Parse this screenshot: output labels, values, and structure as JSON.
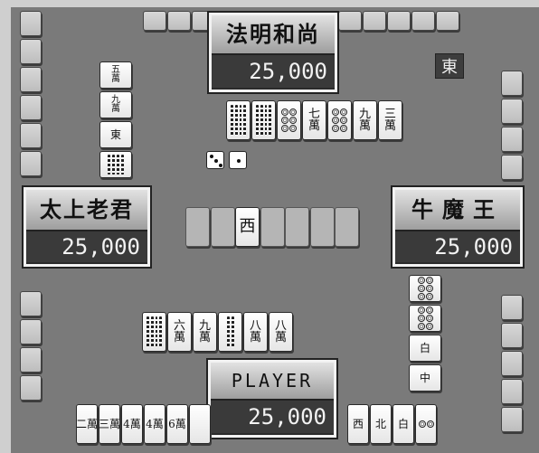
{
  "players": {
    "top": {
      "name": "法明和尚",
      "score": "25,000"
    },
    "left": {
      "name": "太上老君",
      "score": "25,000"
    },
    "right": {
      "name": "牛魔王",
      "score": "25,000"
    },
    "bottom": {
      "name": "PLAYER",
      "score": "25,000"
    }
  },
  "round_wind": "東",
  "dora_indicator": "西",
  "dice": [
    3,
    1
  ],
  "discards": {
    "top": [
      "8s",
      "9s",
      "6p",
      "7m",
      "6p",
      "9m",
      "3m"
    ],
    "left": [
      "5m",
      "9m",
      "東",
      "9s"
    ],
    "right": [
      "9p",
      "8p",
      "白",
      "中"
    ],
    "bottom": [
      "6s",
      "6m",
      "9m",
      "2s",
      "8m",
      "8m"
    ]
  },
  "player_hand": [
    "二萬",
    "三萬",
    "4萬",
    "4萬",
    "6萬",
    "?",
    "?",
    "?",
    "?",
    "?",
    "?",
    "?",
    "西",
    "北",
    "白",
    "2p"
  ],
  "colors": {
    "felt": "#7a7a7a",
    "tile": "#f5f5f5",
    "nameplate_score_bg": "#3a3a3a"
  }
}
